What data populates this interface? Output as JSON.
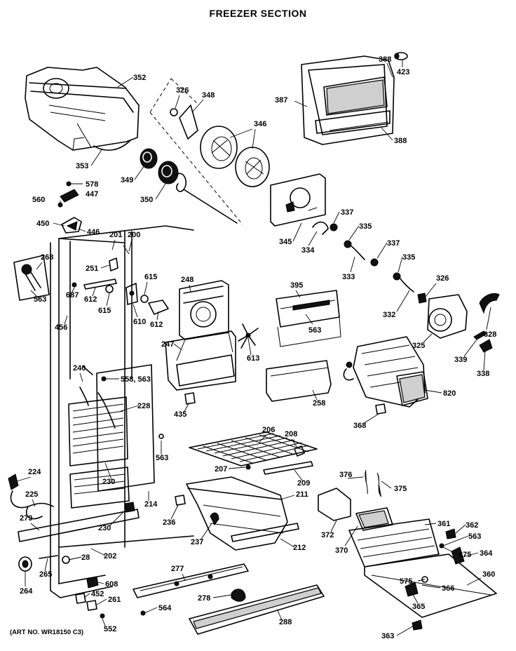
{
  "diagram": {
    "title": "FREEZER SECTION",
    "art_number": "(ART NO. WR18150 C3)",
    "callouts": [
      {
        "id": "352",
        "label": "352"
      },
      {
        "id": "326a",
        "label": "326"
      },
      {
        "id": "348",
        "label": "348"
      },
      {
        "id": "388a",
        "label": "388"
      },
      {
        "id": "423",
        "label": "423"
      },
      {
        "id": "387",
        "label": "387"
      },
      {
        "id": "388b",
        "label": "388"
      },
      {
        "id": "346",
        "label": "346"
      },
      {
        "id": "353",
        "label": "353"
      },
      {
        "id": "349",
        "label": "349"
      },
      {
        "id": "350",
        "label": "350"
      },
      {
        "id": "578",
        "label": "578"
      },
      {
        "id": "447",
        "label": "447"
      },
      {
        "id": "560",
        "label": "560"
      },
      {
        "id": "450",
        "label": "450"
      },
      {
        "id": "446",
        "label": "446"
      },
      {
        "id": "201",
        "label": "201"
      },
      {
        "id": "200",
        "label": "200"
      },
      {
        "id": "337a",
        "label": "337"
      },
      {
        "id": "335a",
        "label": "335"
      },
      {
        "id": "345",
        "label": "345"
      },
      {
        "id": "334",
        "label": "334"
      },
      {
        "id": "337b",
        "label": "337"
      },
      {
        "id": "333",
        "label": "333"
      },
      {
        "id": "335b",
        "label": "335"
      },
      {
        "id": "268",
        "label": "268"
      },
      {
        "id": "251",
        "label": "251"
      },
      {
        "id": "563a",
        "label": "563"
      },
      {
        "id": "687",
        "label": "687"
      },
      {
        "id": "612a",
        "label": "612"
      },
      {
        "id": "615a",
        "label": "615"
      },
      {
        "id": "615b",
        "label": "615"
      },
      {
        "id": "610",
        "label": "610"
      },
      {
        "id": "248",
        "label": "248"
      },
      {
        "id": "612b",
        "label": "612"
      },
      {
        "id": "395",
        "label": "395"
      },
      {
        "id": "326b",
        "label": "326"
      },
      {
        "id": "332",
        "label": "332"
      },
      {
        "id": "563b",
        "label": "563"
      },
      {
        "id": "328",
        "label": "328"
      },
      {
        "id": "456",
        "label": "456"
      },
      {
        "id": "247",
        "label": "247"
      },
      {
        "id": "613",
        "label": "613"
      },
      {
        "id": "325",
        "label": "325"
      },
      {
        "id": "339",
        "label": "339"
      },
      {
        "id": "338",
        "label": "338"
      },
      {
        "id": "240",
        "label": "240"
      },
      {
        "id": "558_563",
        "label": "558, 563"
      },
      {
        "id": "258",
        "label": "258"
      },
      {
        "id": "820",
        "label": "820"
      },
      {
        "id": "228",
        "label": "228"
      },
      {
        "id": "435",
        "label": "435"
      },
      {
        "id": "368",
        "label": "368"
      },
      {
        "id": "206",
        "label": "206"
      },
      {
        "id": "208",
        "label": "208"
      },
      {
        "id": "563c",
        "label": "563"
      },
      {
        "id": "224",
        "label": "224"
      },
      {
        "id": "207",
        "label": "207"
      },
      {
        "id": "376",
        "label": "376"
      },
      {
        "id": "209",
        "label": "209"
      },
      {
        "id": "375",
        "label": "375"
      },
      {
        "id": "230a",
        "label": "230"
      },
      {
        "id": "225",
        "label": "225"
      },
      {
        "id": "211",
        "label": "211"
      },
      {
        "id": "214",
        "label": "214"
      },
      {
        "id": "279",
        "label": "279"
      },
      {
        "id": "236",
        "label": "236"
      },
      {
        "id": "230b",
        "label": "230"
      },
      {
        "id": "361",
        "label": "361"
      },
      {
        "id": "362",
        "label": "362"
      },
      {
        "id": "372",
        "label": "372"
      },
      {
        "id": "563d",
        "label": "563"
      },
      {
        "id": "237",
        "label": "237"
      },
      {
        "id": "212",
        "label": "212"
      },
      {
        "id": "370",
        "label": "370"
      },
      {
        "id": "675",
        "label": "675"
      },
      {
        "id": "364",
        "label": "364"
      },
      {
        "id": "202",
        "label": "202"
      },
      {
        "id": "28",
        "label": "28"
      },
      {
        "id": "265",
        "label": "265"
      },
      {
        "id": "277",
        "label": "277"
      },
      {
        "id": "360",
        "label": "360"
      },
      {
        "id": "608",
        "label": "608"
      },
      {
        "id": "575",
        "label": "575"
      },
      {
        "id": "366",
        "label": "366"
      },
      {
        "id": "264",
        "label": "264"
      },
      {
        "id": "452",
        "label": "452"
      },
      {
        "id": "261",
        "label": "261"
      },
      {
        "id": "278",
        "label": "278"
      },
      {
        "id": "365",
        "label": "365"
      },
      {
        "id": "564",
        "label": "564"
      },
      {
        "id": "288",
        "label": "288"
      },
      {
        "id": "552",
        "label": "552"
      },
      {
        "id": "363",
        "label": "363"
      }
    ]
  }
}
